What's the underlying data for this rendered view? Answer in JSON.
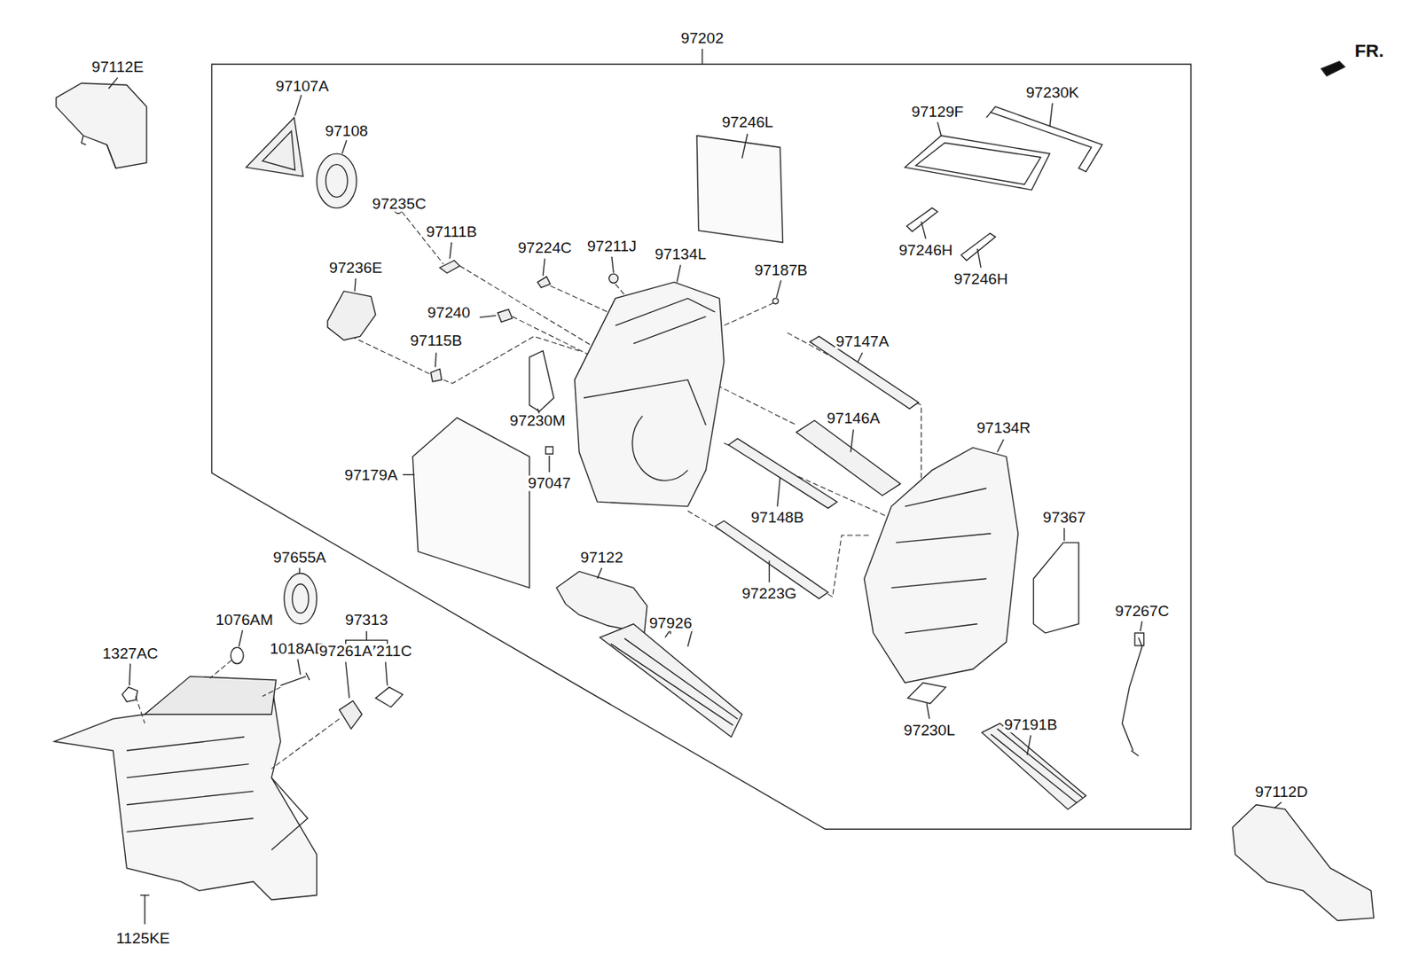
{
  "diagram": {
    "labels": [
      "97202",
      "FR.",
      "97112E",
      "97107A",
      "97108",
      "97246L",
      "97129F",
      "97230K",
      "97235C",
      "97111B",
      "97224C",
      "97211J",
      "97134L",
      "97187B",
      "97246H",
      "97246H",
      "97236E",
      "97240",
      "97147A",
      "97115B",
      "97146A",
      "97134R",
      "97230M",
      "97179A",
      "97047",
      "97367",
      "97148B",
      "97655A",
      "97122",
      "97223G",
      "97267C",
      "97313",
      "1076AM",
      "97926",
      "1018AD",
      "97211C",
      "1327AC",
      "97261A",
      "97230L",
      "97191B",
      "97112D",
      "1125KE"
    ]
  }
}
